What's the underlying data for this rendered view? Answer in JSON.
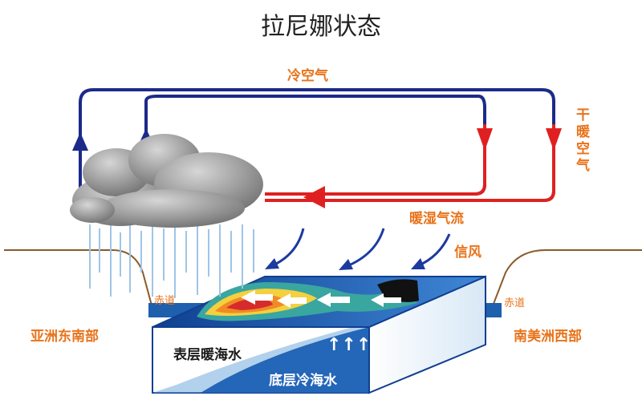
{
  "title": "拉尼娜状态",
  "labels": {
    "cold_air": "冷空气",
    "dry_warm_air": "干暖空气",
    "warm_moist_flow": "暖湿气流",
    "trade_wind": "信风",
    "equator_left": "赤道",
    "equator_right": "赤道",
    "southeast_asia": "亚洲东南部",
    "west_south_america": "南美洲西部",
    "surface_warm_water": "表层暖海水",
    "deep_cold_water": "底层冷海水",
    "upwelling": "↑↑↑"
  },
  "colors": {
    "circulation_blue": "#1c2a8a",
    "circulation_red": "#e02020",
    "label_orange": "#e8731a",
    "ocean_blue": "#1e63b5",
    "cold_water": "#1e5fae",
    "cloud_gray": "#8a8a8a",
    "rain": "#9ec5e8",
    "land_line": "#8a5a2a"
  }
}
